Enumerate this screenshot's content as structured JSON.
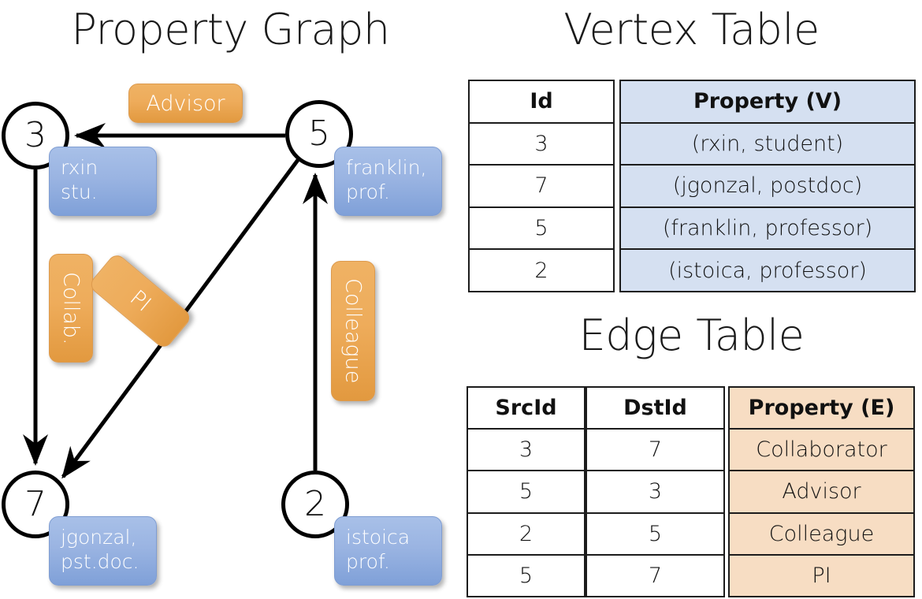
{
  "panels": {
    "graph_title": "Property Graph",
    "vertex_title": "Vertex Table",
    "edge_title": "Edge Table"
  },
  "graph": {
    "nodes": [
      {
        "id": "3",
        "property_lines": [
          "rxin",
          "stu."
        ]
      },
      {
        "id": "5",
        "property_lines": [
          "franklin,",
          "prof."
        ]
      },
      {
        "id": "7",
        "property_lines": [
          "jgonzal,",
          "pst.doc."
        ]
      },
      {
        "id": "2",
        "property_lines": [
          "istoica",
          "prof."
        ]
      }
    ],
    "node_labels": {
      "n3": "3",
      "n5": "5",
      "n7": "7",
      "n2": "2"
    },
    "vertex_chips": {
      "rxin_l1": "rxin",
      "rxin_l2": "stu.",
      "franklin_l1": "franklin,",
      "franklin_l2": "prof.",
      "jgonzal_l1": "jgonzal,",
      "jgonzal_l2": "pst.doc.",
      "istoica_l1": "istoica",
      "istoica_l2": "prof."
    },
    "edge_chips": {
      "advisor": "Advisor",
      "collab": "Collab.",
      "pi": "PI",
      "colleague": "Colleague"
    },
    "edges": [
      {
        "from": "5",
        "to": "3",
        "label": "Advisor"
      },
      {
        "from": "3",
        "to": "7",
        "label": "Collab."
      },
      {
        "from": "5",
        "to": "7",
        "label": "PI"
      },
      {
        "from": "2",
        "to": "5",
        "label": "Colleague"
      }
    ]
  },
  "vertex_table": {
    "headers": {
      "id": "Id",
      "property": "Property (V)"
    },
    "rows": [
      {
        "id": "3",
        "property": "(rxin, student)"
      },
      {
        "id": "7",
        "property": "(jgonzal, postdoc)"
      },
      {
        "id": "5",
        "property": "(franklin, professor)"
      },
      {
        "id": "2",
        "property": "(istoica, professor)"
      }
    ]
  },
  "edge_table": {
    "headers": {
      "src": "SrcId",
      "dst": "DstId",
      "property": "Property (E)"
    },
    "rows": [
      {
        "src": "3",
        "dst": "7",
        "property": "Collaborator"
      },
      {
        "src": "5",
        "dst": "3",
        "property": "Advisor"
      },
      {
        "src": "2",
        "dst": "5",
        "property": "Colleague"
      },
      {
        "src": "5",
        "dst": "7",
        "property": "PI"
      }
    ]
  },
  "colors": {
    "vertex_fill": "#d5e0f1",
    "edge_fill": "#f7ddc3",
    "chip_blue": "#9ab4e2",
    "chip_orange": "#eeac5b",
    "stroke": "#1c1c1c"
  }
}
